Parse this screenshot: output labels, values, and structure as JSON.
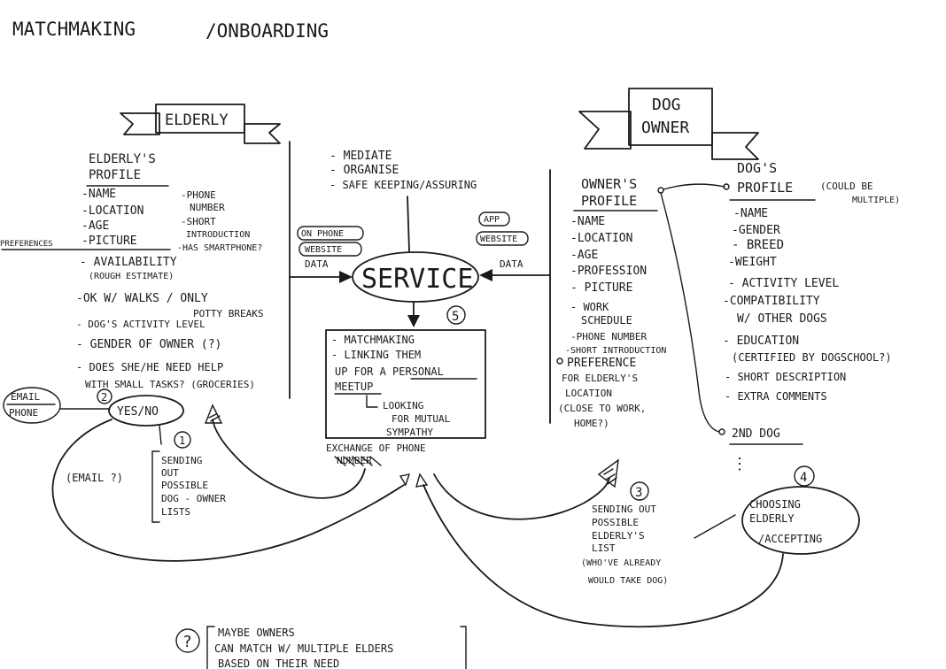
{
  "title": {
    "main": "MATCHMAKING",
    "sub": "/ONBOARDING"
  },
  "elderly": {
    "banner": "ELDERLY",
    "profile_title": [
      "ELDERLY'S",
      "PROFILE"
    ],
    "fields_left": [
      "-NAME",
      "-LOCATION",
      "-AGE",
      "-PICTURE"
    ],
    "fields_right": [
      "-PHONE",
      "NUMBER",
      "-SHORT",
      "INTRODUCTION",
      "-HAS SMARTPHONE?"
    ],
    "preferences_label": "PREFERENCES",
    "prefs": [
      "- AVAILABILITY",
      "(ROUGH ESTIMATE)",
      "-OK W/ WALKS / ONLY",
      "POTTY BREAKS",
      "- DOG'S ACTIVITY LEVEL",
      "- GENDER OF OWNER (?)",
      "- DOES SHE/HE NEED HELP",
      "WITH SMALL TASKS? (GROCERIES)"
    ]
  },
  "service": {
    "name": "SERVICE",
    "roles": [
      "- MEDIATE",
      "- ORGANISE",
      "- SAFE KEEPING/ASSURING"
    ],
    "left_channels": [
      "ON PHONE",
      "WEBSITE"
    ],
    "right_channels": [
      "APP",
      "WEBSITE"
    ],
    "data_label": "DATA",
    "step_number": "5",
    "box_lines": [
      "- MATCHMAKING",
      "- LINKING THEM",
      "UP FOR A PERSONAL",
      "MEETUP",
      "LOOKING",
      "FOR MUTUAL",
      "SYMPATHY"
    ],
    "exchange": [
      "EXCHANGE OF PHONE",
      "NUMBER"
    ]
  },
  "owner": {
    "banner": [
      "DOG",
      "OWNER"
    ],
    "profile_title": [
      "OWNER'S",
      "PROFILE"
    ],
    "fields": [
      "-NAME",
      "-LOCATION",
      "-AGE",
      "-PROFESSION",
      "- PICTURE",
      "- WORK",
      "SCHEDULE",
      "-PHONE NUMBER",
      "-SHORT INTRODUCTION",
      "PREFERENCE",
      "FOR ELDERLY'S",
      "LOCATION",
      "(CLOSE TO WORK,",
      "HOME?)"
    ]
  },
  "dog": {
    "profile_title": [
      "DOG'S",
      "PROFILE"
    ],
    "profile_note": [
      "(COULD BE",
      "MULTIPLE)"
    ],
    "fields": [
      "-NAME",
      "-GENDER",
      "- BREED",
      "-WEIGHT",
      "- ACTIVITY LEVEL",
      "-COMPATIBILITY",
      "W/ OTHER DOGS",
      "- EDUCATION",
      "(CERTIFIED BY DOGSCHOOL?)",
      "- SHORT DESCRIPTION",
      "- EXTRA COMMENTS"
    ],
    "second_dog": "2ND DOG",
    "ellipsis": "⋮"
  },
  "flow": {
    "contact": [
      "EMAIL",
      "PHONE"
    ],
    "step2_number": "2",
    "yes_no": "YES/NO",
    "step1_number": "1",
    "step1_lines": [
      "SENDING",
      "OUT",
      "POSSIBLE",
      "DOG - OWNER",
      "LISTS"
    ],
    "email_q": "(EMAIL ?)",
    "step3_number": "3",
    "step3_lines": [
      "SENDING OUT",
      "POSSIBLE",
      "ELDERLY'S",
      "LIST",
      "(WHO'VE ALREADY",
      "WOULD TAKE DOG)"
    ],
    "step4_number": "4",
    "step4_lines": [
      "CHOOSING",
      "ELDERLY",
      "/ACCEPTING"
    ]
  },
  "note": {
    "mark": "?",
    "lines": [
      "MAYBE OWNERS",
      "CAN MATCH W/ MULTIPLE ELDERS",
      "BASED ON THEIR NEED"
    ]
  }
}
